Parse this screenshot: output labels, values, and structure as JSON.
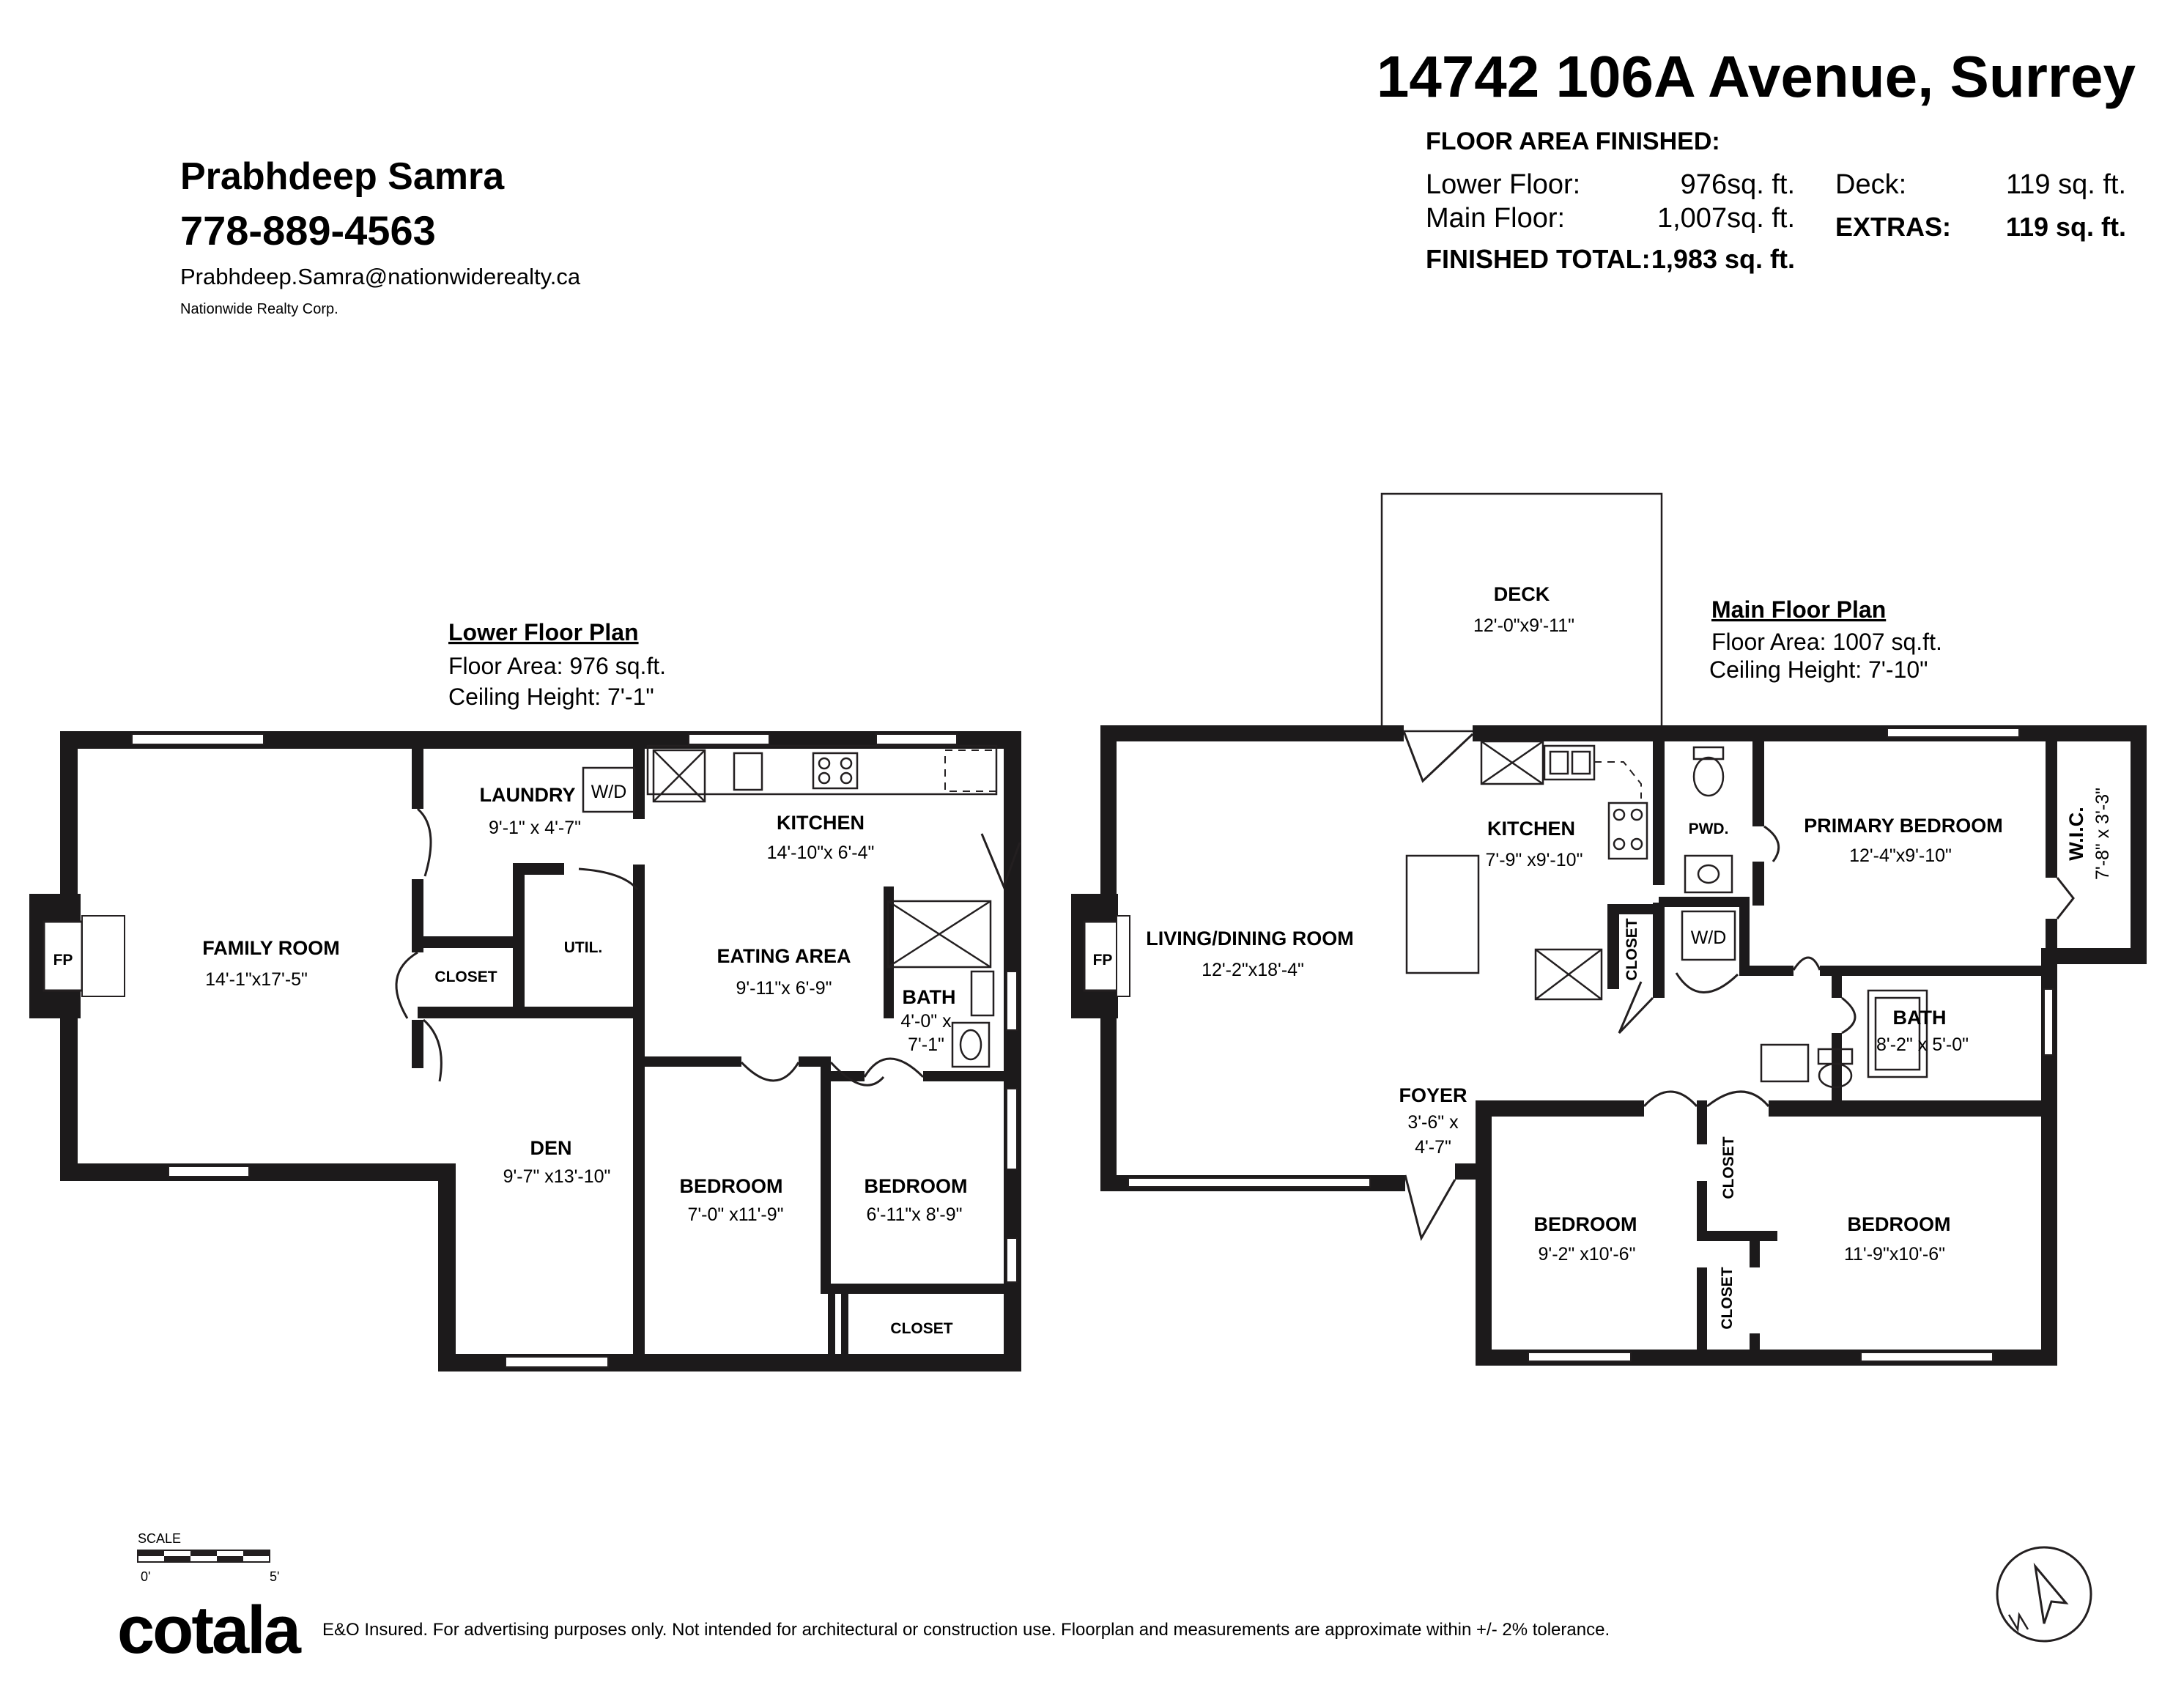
{
  "address": "14742 106A Avenue, Surrey",
  "agent": {
    "name": "Prabhdeep Samra",
    "phone": "778-889-4563",
    "email": "Prabhdeep.Samra@nationwiderealty.ca",
    "company": "Nationwide Realty Corp."
  },
  "area": {
    "header": "FLOOR AREA FINISHED:",
    "lower_label": "Lower Floor:",
    "lower_value": "976sq. ft.",
    "main_label": "Main Floor:",
    "main_value": "1,007sq. ft.",
    "total_label": "FINISHED TOTAL:",
    "total_value": "1,983 sq. ft.",
    "deck_label": "Deck:",
    "deck_value": "119 sq. ft.",
    "extras_label": "EXTRAS:",
    "extras_value": "119 sq. ft."
  },
  "lower_plan": {
    "title": "Lower Floor Plan",
    "floor_area": "Floor Area: 976 sq.ft.",
    "ceiling": "Ceiling Height: 7'-1\"",
    "fp": "FP",
    "wd": "W/D",
    "rooms": {
      "family": {
        "name": "FAMILY ROOM",
        "dim": "14'-1\"x17'-5\""
      },
      "laundry": {
        "name": "LAUNDRY",
        "dim": "9'-1\" x 4'-7\""
      },
      "kitchen": {
        "name": "KITCHEN",
        "dim": "14'-10\"x 6'-4\""
      },
      "eating": {
        "name": "EATING AREA",
        "dim": "9'-11\"x 6'-9\""
      },
      "closet1": {
        "name": "CLOSET"
      },
      "util": {
        "name": "UTIL."
      },
      "bath": {
        "name": "BATH",
        "dim1": "4'-0\" x",
        "dim2": "7'-1\""
      },
      "den": {
        "name": "DEN",
        "dim": "9'-7\" x13'-10\""
      },
      "bedroom1": {
        "name": "BEDROOM",
        "dim": "7'-0\" x11'-9\""
      },
      "bedroom2": {
        "name": "BEDROOM",
        "dim": "6'-11\"x 8'-9\""
      },
      "closet2": {
        "name": "CLOSET"
      }
    }
  },
  "main_plan": {
    "title": "Main Floor Plan",
    "floor_area": "Floor Area: 1007 sq.ft.",
    "ceiling": "Ceiling Height: 7'-10\"",
    "fp": "FP",
    "wd": "W/D",
    "rooms": {
      "deck": {
        "name": "DECK",
        "dim": "12'-0\"x9'-11\""
      },
      "living": {
        "name": "LIVING/DINING ROOM",
        "dim": "12'-2\"x18'-4\""
      },
      "kitchen": {
        "name": "KITCHEN",
        "dim": "7'-9\" x9'-10\""
      },
      "pwd": {
        "name": "PWD."
      },
      "primary": {
        "name": "PRIMARY BEDROOM",
        "dim": "12'-4\"x9'-10\""
      },
      "wic": {
        "name": "W.I.C.",
        "dim": "7'-8\" x 3'-3\""
      },
      "closet_k": {
        "name": "CLOSET"
      },
      "bath": {
        "name": "BATH",
        "dim": "8'-2\" x 5'-0\""
      },
      "foyer": {
        "name": "FOYER",
        "dim1": "3'-6\" x",
        "dim2": "4'-7\""
      },
      "bedroom1": {
        "name": "BEDROOM",
        "dim": "9'-2\" x10'-6\""
      },
      "closet_b1": {
        "name": "CLOSET"
      },
      "closet_b2": {
        "name": "CLOSET"
      },
      "bedroom2": {
        "name": "BEDROOM",
        "dim": "11'-9\"x10'-6\""
      }
    }
  },
  "scale": {
    "label": "SCALE",
    "start": "0'",
    "end": "5'"
  },
  "brand": "cotala",
  "disclaimer": "E&O Insured. For advertising purposes only. Not intended for architectural or construction use. Floorplan and measurements are approximate within +/- 2% tolerance."
}
